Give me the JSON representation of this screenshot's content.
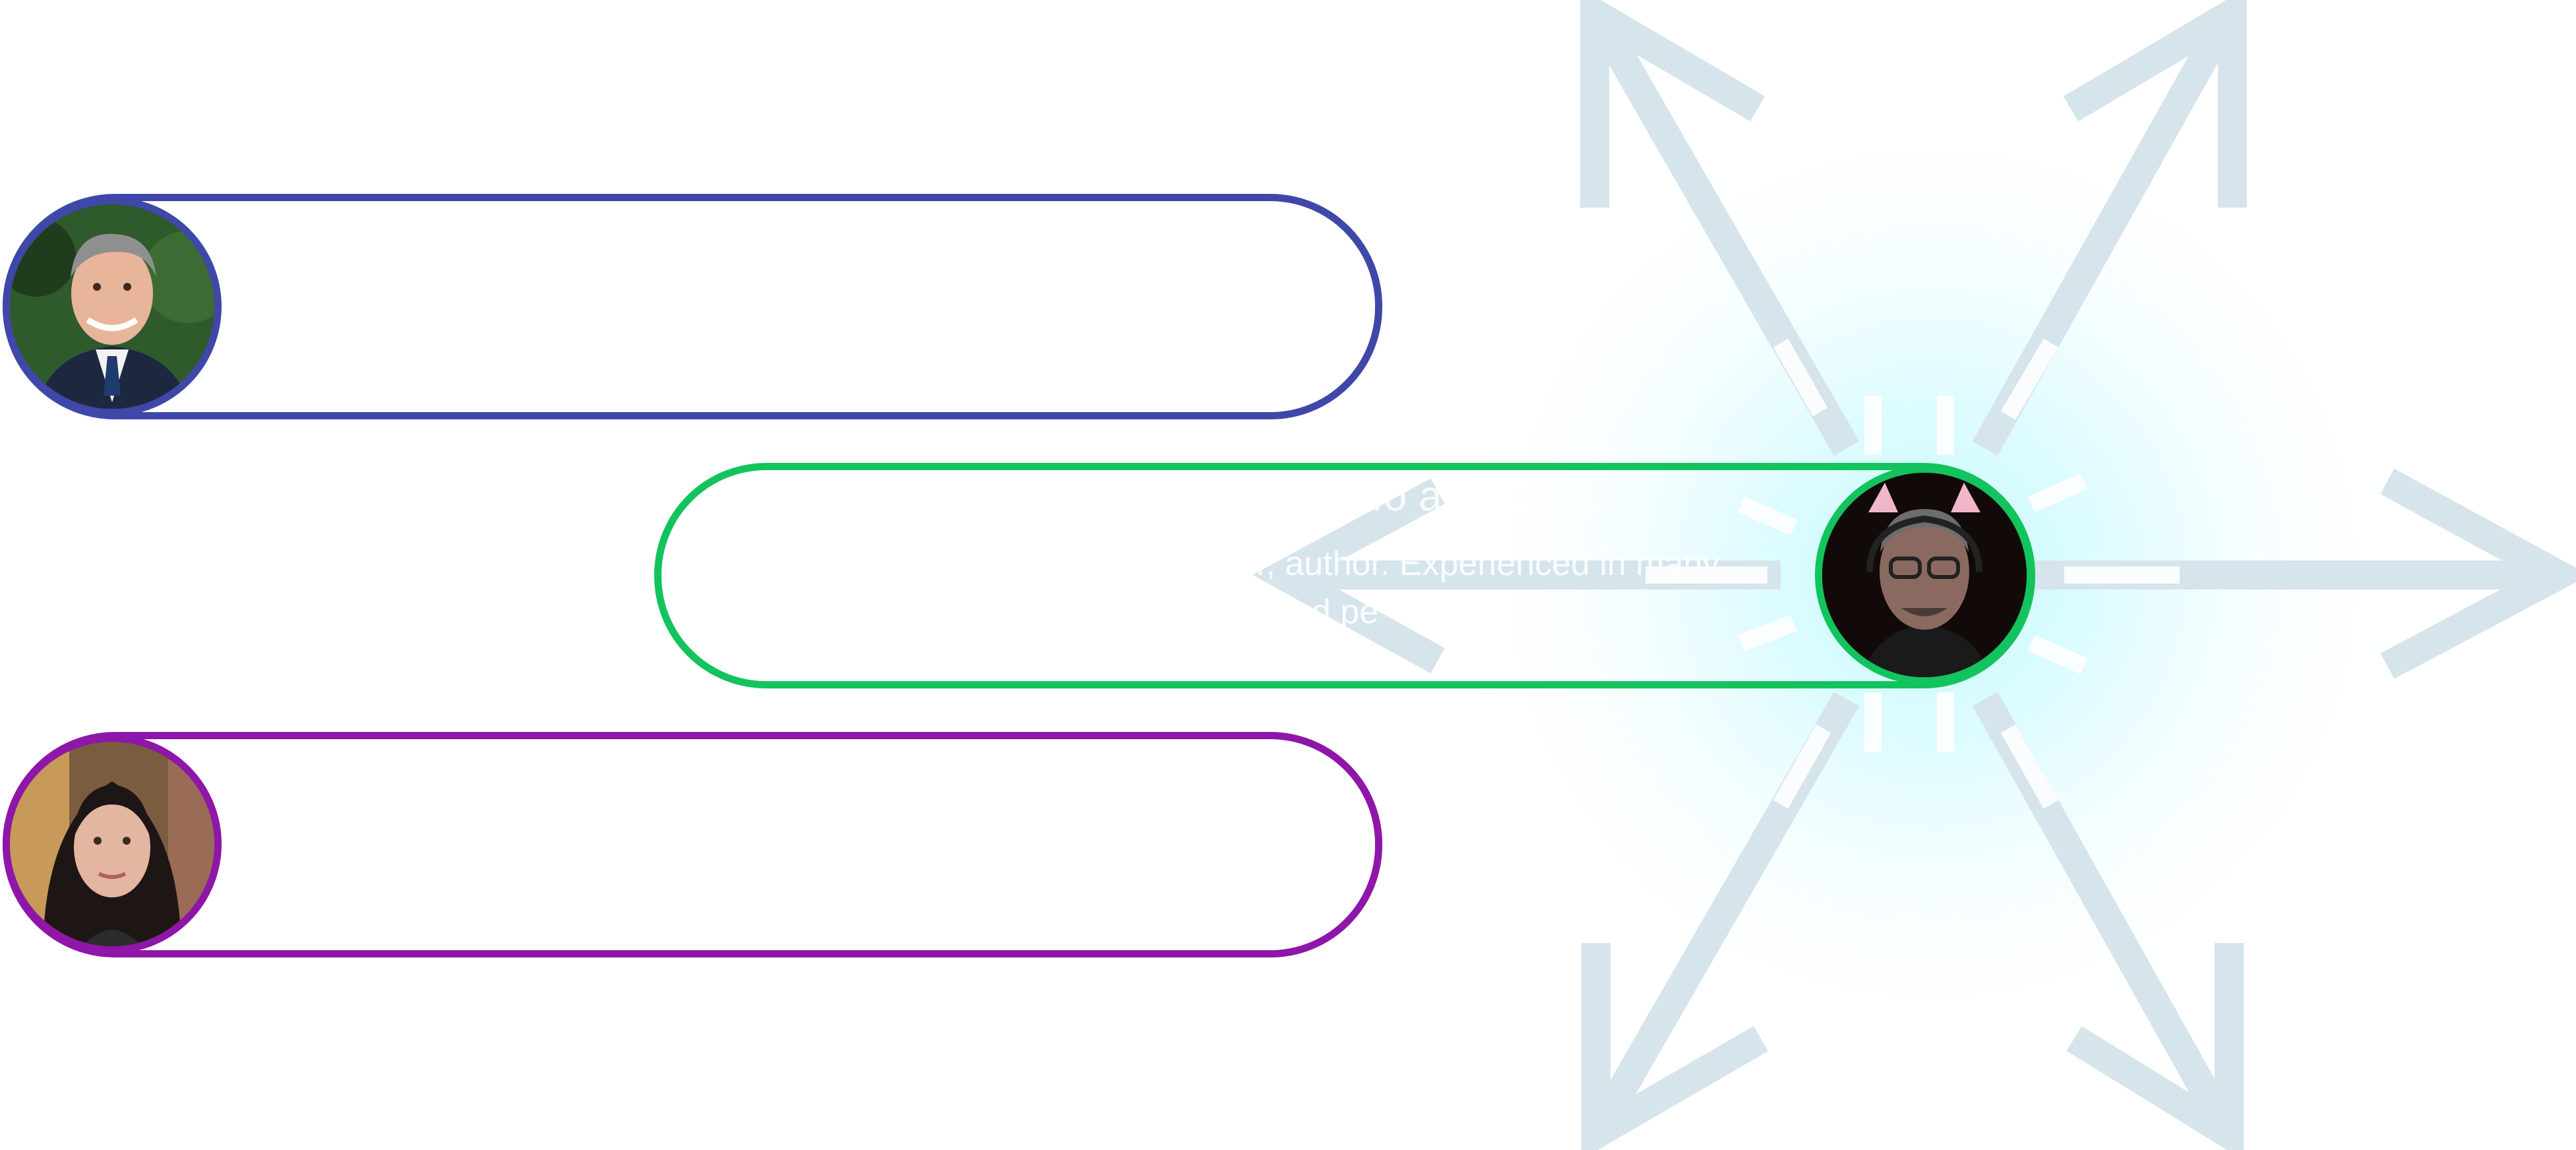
{
  "colors": {
    "background": "#ffffff",
    "arrows": "#d6e4ec",
    "glow": "#c8fbff",
    "speaker_1": "#3f48a8",
    "speaker_2": "#13c35d",
    "speaker_3": "#8e16a8",
    "caption_text": "#ffffff"
  },
  "speakers": [
    {
      "avatar_icon": "man-smiling-suit-photo",
      "accent": "#3f48a8"
    },
    {
      "avatar_icon": "man-glasses-cat-ears-headset-photo",
      "accent": "#13c35d",
      "title_fragment": "fo       and CTO",
      "bio_line_1": "r, author. Experienced in many",
      "bio_line_2": "nd pe"
    },
    {
      "avatar_icon": "woman-dark-hair-photo",
      "accent": "#8e16a8"
    }
  ],
  "background_graphic": {
    "icon": "radiating-arrows-icon"
  }
}
